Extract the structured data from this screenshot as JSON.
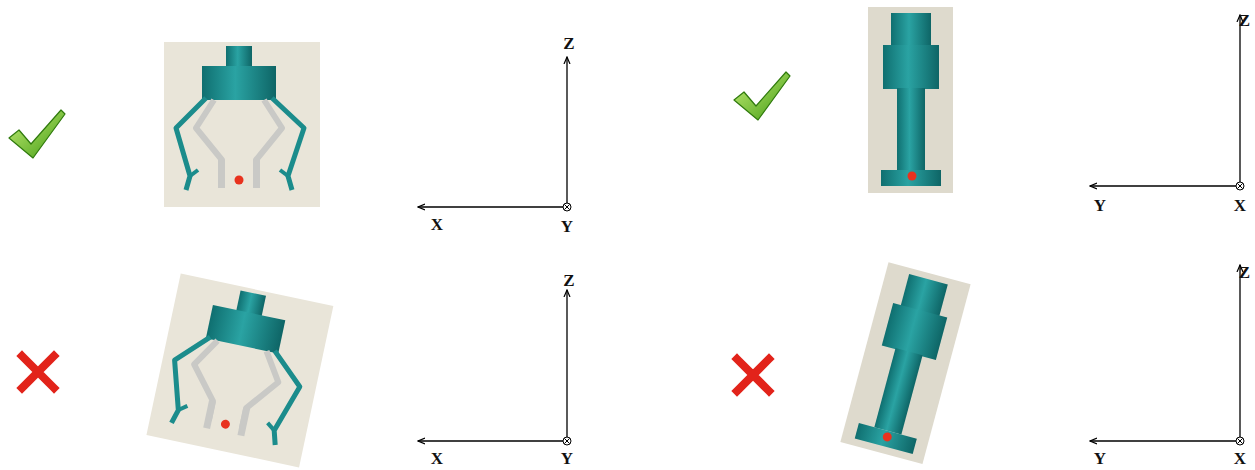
{
  "diagram": {
    "labels": [
      "Z",
      "X",
      "Y",
      "Z",
      "Y",
      "X",
      "Z",
      "X",
      "Y",
      "Z",
      "Y",
      "X"
    ]
  }
}
